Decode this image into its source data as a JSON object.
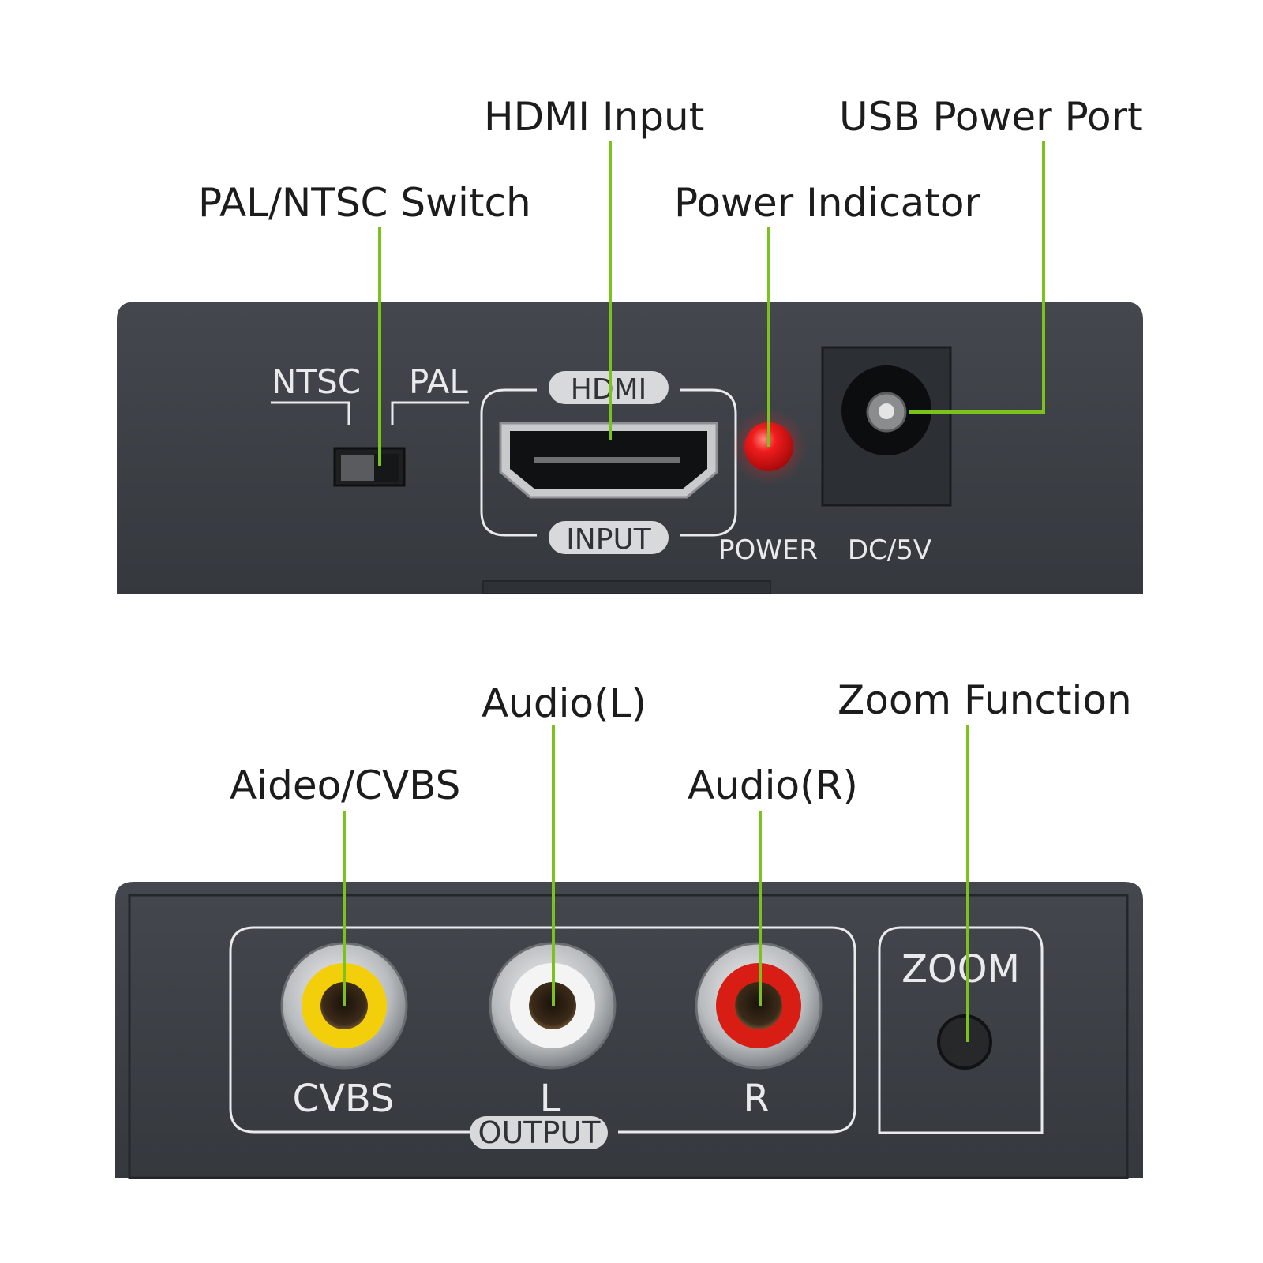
{
  "callouts": {
    "hdmi_input": "HDMI Input",
    "usb_power_port": "USB Power Port",
    "pal_ntsc_switch": "PAL/NTSC Switch",
    "power_indicator": "Power Indicator",
    "audio_l": "Audio(L)",
    "zoom_function": "Zoom Function",
    "video_cvbs": "Aideo/CVBS",
    "audio_r": "Audio(R)"
  },
  "front_panel": {
    "ntsc": "NTSC",
    "pal": "PAL",
    "hdmi": "HDMI",
    "input": "INPUT",
    "power": "POWER",
    "dc5v": "DC/5V"
  },
  "back_panel": {
    "cvbs": "CVBS",
    "l": "L",
    "r": "R",
    "output": "OUTPUT",
    "zoom": "ZOOM"
  },
  "colors": {
    "leader": "#7cc21c",
    "panel": "#3e4248",
    "led": "#e8141a",
    "jack_yellow": "#f2cf0a",
    "jack_white": "#f4f4f4",
    "jack_red": "#d81e14"
  }
}
